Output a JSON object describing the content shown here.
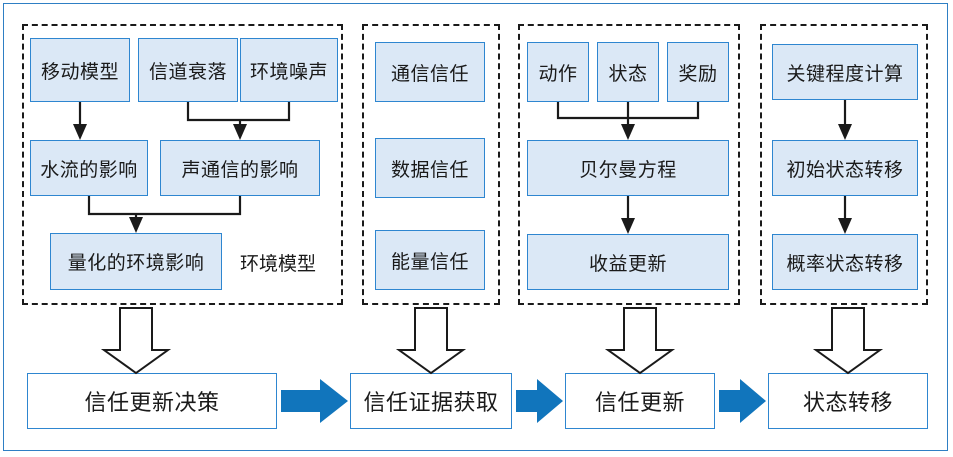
{
  "diagram": {
    "title": "",
    "colors": {
      "node_fill": "#dbe8f6",
      "node_border": "#2e86d0",
      "connector": "#1a1a1a",
      "flow_arrow": "#1175bc",
      "frame": "#2e7fc4",
      "background": "#ffffff"
    },
    "panels": [
      {
        "id": "environment-model",
        "caption": "环境模型",
        "nodes": [
          {
            "id": "mobility-model",
            "label": "移动模型"
          },
          {
            "id": "channel-fading",
            "label": "信道衰落"
          },
          {
            "id": "ambient-noise",
            "label": "环境噪声"
          },
          {
            "id": "current-effect",
            "label": "水流的影响"
          },
          {
            "id": "acoustic-comm-effect",
            "label": "声通信的影响"
          },
          {
            "id": "quantified-env-effect",
            "label": "量化的环境影响"
          }
        ]
      },
      {
        "id": "trust-evidence",
        "caption": "",
        "nodes": [
          {
            "id": "communication-trust",
            "label": "通信信任"
          },
          {
            "id": "data-trust",
            "label": "数据信任"
          },
          {
            "id": "energy-trust",
            "label": "能量信任"
          }
        ]
      },
      {
        "id": "reinforcement-learning",
        "caption": "",
        "nodes": [
          {
            "id": "action",
            "label": "动作"
          },
          {
            "id": "state",
            "label": "状态"
          },
          {
            "id": "reward",
            "label": "奖励"
          },
          {
            "id": "bellman-equation",
            "label": "贝尔曼方程"
          },
          {
            "id": "reward-update",
            "label": "收益更新"
          }
        ]
      },
      {
        "id": "state-transition",
        "caption": "",
        "nodes": [
          {
            "id": "criticality-computation",
            "label": "关键程度计算"
          },
          {
            "id": "initial-state-transition",
            "label": "初始状态转移"
          },
          {
            "id": "probabilistic-state-transition",
            "label": "概率状态转移"
          }
        ]
      }
    ],
    "pipeline": [
      {
        "id": "trust-update-decision",
        "label": "信任更新决策"
      },
      {
        "id": "trust-evidence-acquisition",
        "label": "信任证据获取"
      },
      {
        "id": "trust-update",
        "label": "信任更新"
      },
      {
        "id": "state-transfer",
        "label": "状态转移"
      }
    ]
  }
}
